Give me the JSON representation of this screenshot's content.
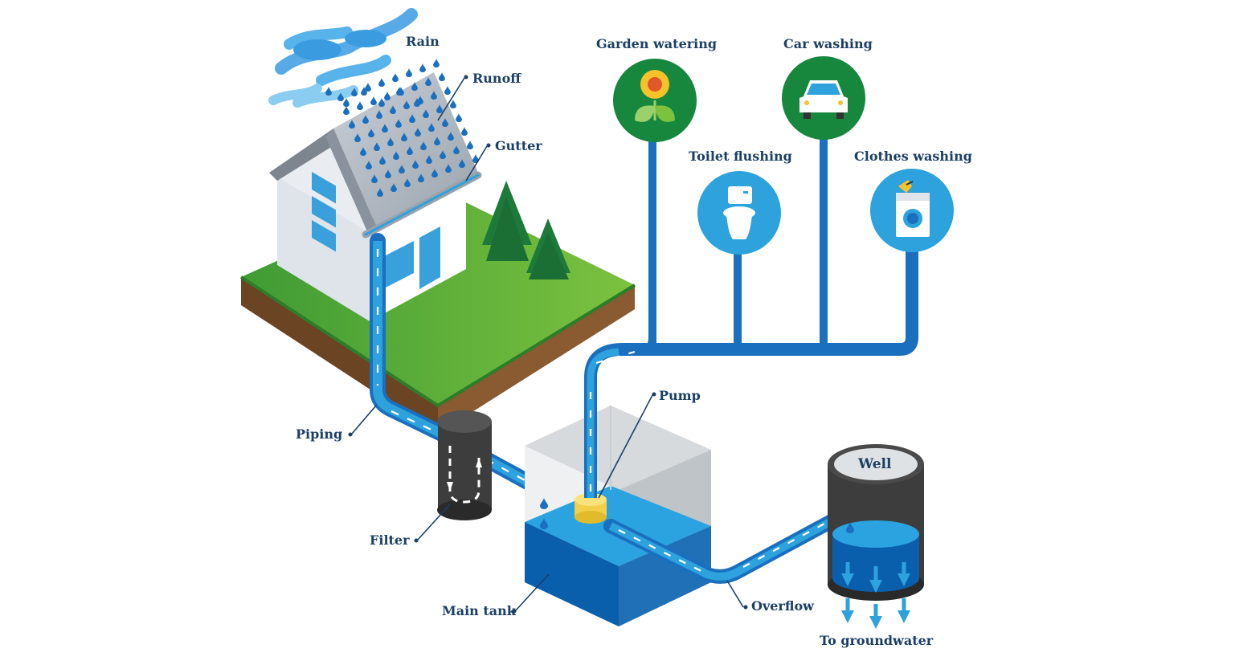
{
  "labels": {
    "rain": "Rain",
    "runoff": "Runoff",
    "gutter": "Gutter",
    "piping": "Piping",
    "filter": "Filter",
    "main_tank": "Main tank",
    "pump": "Pump",
    "overflow": "Overflow",
    "well": "Well",
    "to_groundwater": "To groundwater",
    "garden_watering": "Garden watering",
    "car_washing": "Car washing",
    "toilet_flushing": "Toilet flushing",
    "clothes_washing": "Clothes washing"
  },
  "icons": {
    "garden": "sunflower-icon",
    "car": "car-icon",
    "toilet": "toilet-icon",
    "washer": "washing-machine-icon"
  },
  "colors": {
    "pipe": "#1a6fbf",
    "water_light": "#2aa3e0",
    "water_dark": "#0a5fad",
    "grass": "#4fa63a",
    "soil": "#7a4f2a",
    "dark_green_circle": "#17873e",
    "blue_circle": "#2ea2dd",
    "label_text": "#1c3f66"
  }
}
